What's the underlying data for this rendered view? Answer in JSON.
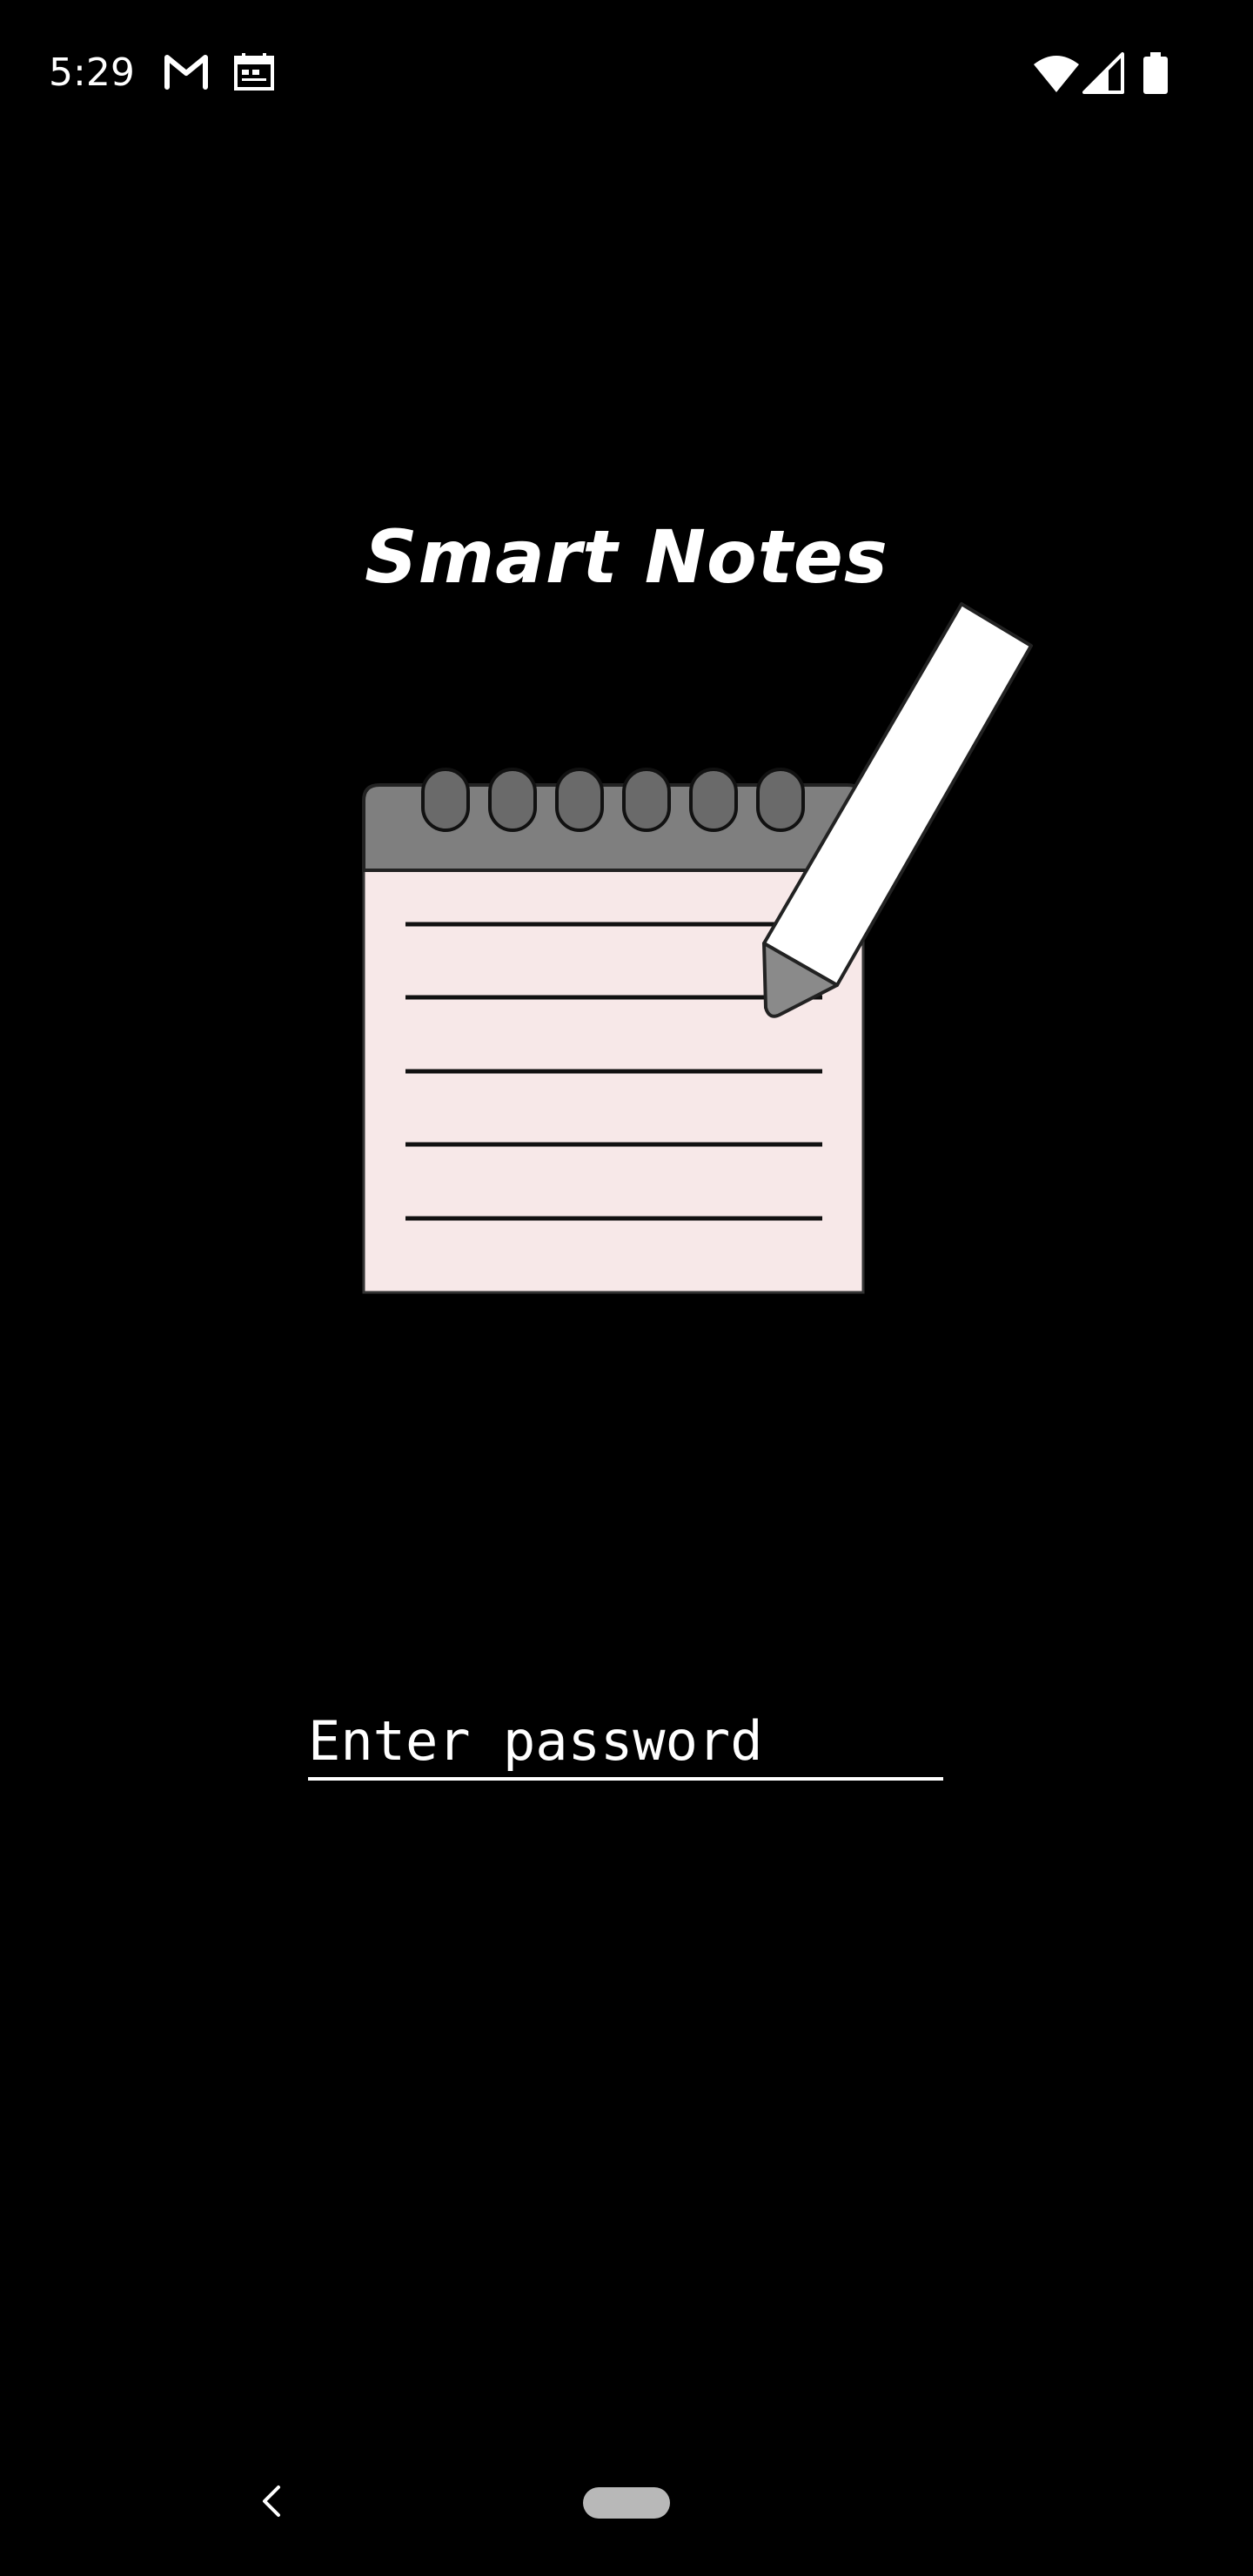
{
  "status_bar": {
    "time": "5:29",
    "icons_left": [
      "gmail-icon",
      "calendar-icon"
    ],
    "icons_right": [
      "wifi-icon",
      "cell-signal-icon",
      "battery-icon"
    ]
  },
  "app": {
    "title": "Smart Notes",
    "logo_icon": "notepad-pencil-icon",
    "colors": {
      "background": "#000000",
      "text": "#ffffff",
      "notepad_paper": "#f7e8e8",
      "notepad_binding": "#7f7f7f",
      "pencil": "#ffffff"
    }
  },
  "login": {
    "password_placeholder": "Enter password",
    "password_value": ""
  },
  "nav_bar": {
    "icons": [
      "back-icon",
      "home-pill-icon"
    ]
  }
}
